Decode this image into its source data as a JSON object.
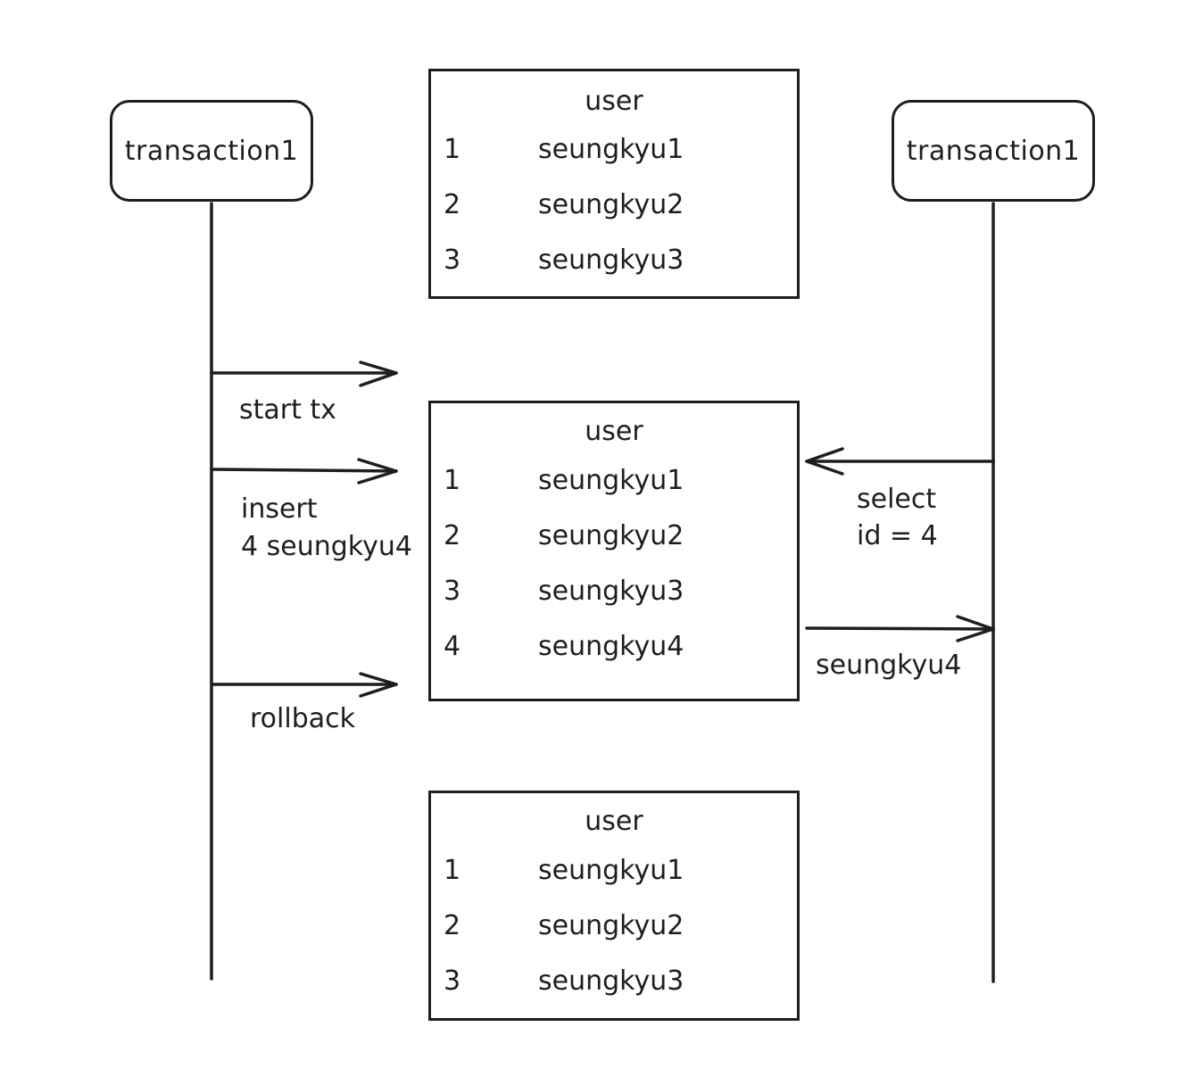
{
  "actors": {
    "left": {
      "label": "transaction1"
    },
    "right": {
      "label": "transaction1"
    }
  },
  "tables": [
    {
      "title": "user",
      "rows": [
        {
          "id": "1",
          "name": "seungkyu1"
        },
        {
          "id": "2",
          "name": "seungkyu2"
        },
        {
          "id": "3",
          "name": "seungkyu3"
        }
      ]
    },
    {
      "title": "user",
      "rows": [
        {
          "id": "1",
          "name": "seungkyu1"
        },
        {
          "id": "2",
          "name": "seungkyu2"
        },
        {
          "id": "3",
          "name": "seungkyu3"
        },
        {
          "id": "4",
          "name": "seungkyu4"
        }
      ]
    },
    {
      "title": "user",
      "rows": [
        {
          "id": "1",
          "name": "seungkyu1"
        },
        {
          "id": "2",
          "name": "seungkyu2"
        },
        {
          "id": "3",
          "name": "seungkyu3"
        }
      ]
    }
  ],
  "messages": {
    "start_tx": "start tx",
    "insert_line1": "insert",
    "insert_line2": "4 seungkyu4",
    "rollback": "rollback",
    "select_line1": "select",
    "select_line2": "id = 4",
    "result": "seungkyu4"
  }
}
